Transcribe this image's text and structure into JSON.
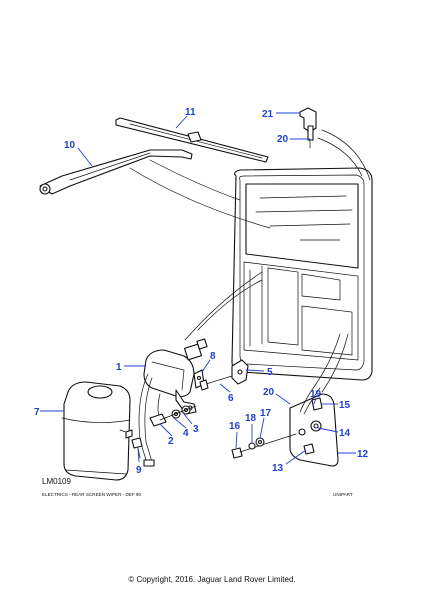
{
  "diagram": {
    "reference_code": "LM0109",
    "caption": "ELECTRICS - REAR SCREEN WIPER - DEF 90",
    "source": "UNIPART",
    "copyright": "© Copyright, 2016. Jaguar Land Rover Limited.",
    "callouts": {
      "c1": "1",
      "c2": "2",
      "c3": "3",
      "c4": "4",
      "c5": "5",
      "c6": "6",
      "c7": "7",
      "c8": "8",
      "c9": "9",
      "c10": "10",
      "c11": "11",
      "c12": "12",
      "c13": "13",
      "c14": "14",
      "c15": "15",
      "c16": "16",
      "c17": "17",
      "c18": "18",
      "c19": "19",
      "c20a": "20",
      "c20b": "20",
      "c21": "21"
    }
  },
  "colors": {
    "callout": "#1f3fd6",
    "linework": "#111111",
    "background": "#ffffff"
  }
}
